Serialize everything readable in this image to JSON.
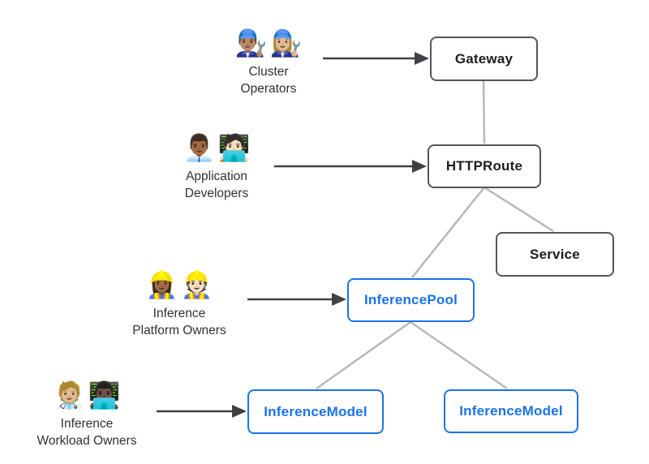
{
  "diagram": {
    "nodes": {
      "gateway": {
        "label": "Gateway",
        "style": "dark"
      },
      "httproute": {
        "label": "HTTPRoute",
        "style": "dark"
      },
      "service": {
        "label": "Service",
        "style": "dark"
      },
      "inferencepool": {
        "label": "InferencePool",
        "style": "blue"
      },
      "inferencemodel_left": {
        "label": "InferenceModel",
        "style": "blue"
      },
      "inferencemodel_right": {
        "label": "InferenceModel",
        "style": "blue"
      }
    },
    "actors": {
      "cluster_operators": {
        "emojis": [
          "👨🏽‍🔧",
          "👩🏼‍🔧"
        ],
        "label": "Cluster\nOperators",
        "points_to": "Gateway"
      },
      "application_developers": {
        "emojis": [
          "👨🏾‍💼",
          "🧑🏻‍💻"
        ],
        "label": "Application\nDevelopers",
        "points_to": "HTTPRoute"
      },
      "inference_platform_owners": {
        "emojis": [
          "👷🏾‍♀️",
          "👷🏻"
        ],
        "label": "Inference\nPlatform Owners",
        "points_to": "InferencePool"
      },
      "inference_workload_owners": {
        "emojis": [
          "🧑🏼‍⚕️",
          "👨🏿‍💻"
        ],
        "label": "Inference\nWorkload Owners",
        "points_to": "InferenceModel"
      }
    },
    "edges": [
      "Gateway-HTTPRoute",
      "HTTPRoute-InferencePool",
      "HTTPRoute-Service",
      "InferencePool-InferenceModel(left)",
      "InferencePool-InferenceModel(right)"
    ],
    "colors": {
      "accent_blue": "#1a73e8",
      "border_dark": "#55565a",
      "text_dark": "#1e1f21",
      "connector_gray": "#b8b8b8",
      "arrow_dark": "#404144",
      "actor_text": "#323232",
      "background": "#ffffff"
    }
  }
}
